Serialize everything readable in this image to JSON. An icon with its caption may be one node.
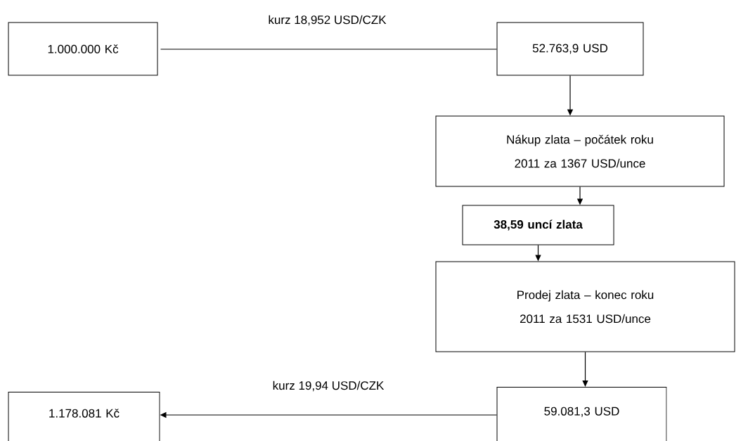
{
  "diagram": {
    "nodes": [
      {
        "text": [
          "1.000.000 Kč"
        ]
      },
      {
        "text": [
          "52.763,9 USD"
        ]
      },
      {
        "text": [
          "Nákup zlata – počátek roku 2011 za 1367 USD/unce"
        ]
      },
      {
        "text": [
          "38,59 uncí zlata"
        ]
      },
      {
        "text": [
          "Prodej zlata – konec roku 2011 za 1531 USD/unce"
        ]
      },
      {
        "text": [
          "59.081,3 USD"
        ]
      },
      {
        "text": [
          "1.178.081 Kč"
        ]
      }
    ],
    "edges": [
      {
        "from": 0,
        "to": 1,
        "arrow": "none",
        "label": "kurz 18,952 USD/CZK"
      },
      {
        "from": 1,
        "to": 2,
        "arrow": "to"
      },
      {
        "from": 2,
        "to": 3,
        "arrow": "to"
      },
      {
        "from": 3,
        "to": 4,
        "arrow": "to"
      },
      {
        "from": 4,
        "to": 5,
        "arrow": "to"
      },
      {
        "from": 5,
        "to": 6,
        "arrow": "to",
        "label": "kurz 19,94 USD/CZK"
      }
    ]
  }
}
